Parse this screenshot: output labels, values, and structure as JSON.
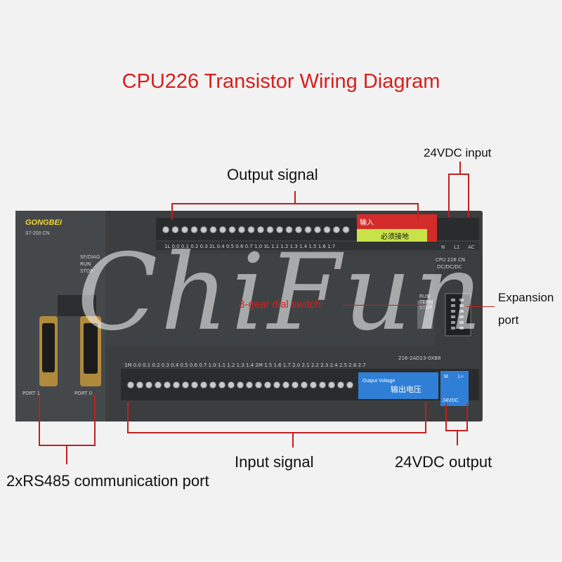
{
  "title": "CPU226 Transistor Wiring Diagram",
  "callouts": {
    "output_signal": "Output signal",
    "input_24vdc": "24VDC input",
    "expansion_port": "Expansion port",
    "expansion_port_l1": "Expansion",
    "expansion_port_l2": "port",
    "dial_switch": "3-gear dial switch",
    "input_signal": "Input signal",
    "output_24vdc": "24VDC output",
    "rs485": "2xRS485 communication port"
  },
  "device": {
    "brand": "GONGBEI",
    "series": "S7-200 CN",
    "model": "CPU 226 CN",
    "type": "DC/DC/DC",
    "part_number": "216-2AD23-0XB8",
    "leds": [
      "SF/DIAG",
      "RUN",
      "STOP"
    ],
    "switch_positions": [
      "RUN",
      "TERM",
      "STOP"
    ],
    "ports": [
      "PORT 1",
      "PORT 0"
    ],
    "input_label": "输入",
    "ground_label": "必须接地",
    "power_terminals": [
      "N",
      "L1",
      "AC"
    ],
    "output_voltage_en": "Output Voltage",
    "output_voltage_cn": "输出电压",
    "vdc_terminals": [
      "M",
      "L+"
    ],
    "vdc_label": "24VDC",
    "top_terminals": "1L 0.0 0.1 0.2 0.3  2L 0.4 0.5 0.6 0.7 1.0  3L 1.1 1.2 1.3 1.4 1.5 1.6 1.7",
    "bottom_terminals": "1M 0.0 0.1 0.2 0.3 0.4 0.5 0.6 0.7 1.0 1.1 1.2 1.3 1.4  2M 1.5 1.6 1.7 2.0 2.1 2.2 2.3 2.4 2.5 2.6 2.7"
  },
  "watermark": "ChiFun",
  "colors": {
    "title": "#d81e1e",
    "annotation": "#c21f1f",
    "device_body": "#3a3c3e",
    "terminal_red": "#d42b2b",
    "terminal_blue": "#2f7fd6"
  }
}
